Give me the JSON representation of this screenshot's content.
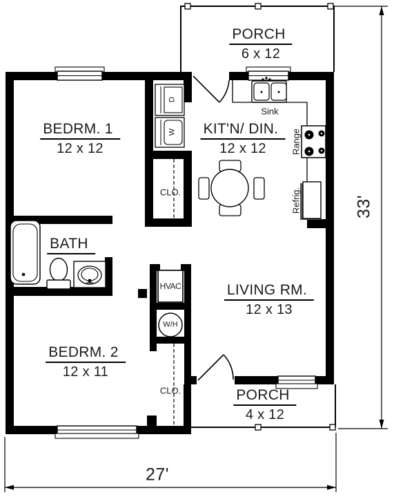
{
  "title": "House floor plan",
  "rooms": {
    "porch_top": {
      "name": "PORCH",
      "size": "6 x 12"
    },
    "bedroom1": {
      "name": "BEDRM. 1",
      "size": "12 x 12"
    },
    "kitchen": {
      "name": "KIT'N/ DIN.",
      "size": "12 x 12"
    },
    "bath": {
      "name": "BATH"
    },
    "living": {
      "name": "LIVING RM.",
      "size": "12 x 13"
    },
    "bedroom2": {
      "name": "BEDRM. 2",
      "size": "12 x 11"
    },
    "porch_bottom": {
      "name": "PORCH",
      "size": "4 x 12"
    }
  },
  "closets": {
    "top": "CLO.",
    "bottom": "CLO."
  },
  "fixtures": {
    "sink": "Sink",
    "range": "Range",
    "refrigerator": "Refrig.",
    "hvac": "HVAC",
    "water_heater": "W/H",
    "dryer": "D",
    "washer": "W"
  },
  "dimensions": {
    "overall_depth": "33'",
    "overall_width": "27'"
  },
  "colors": {
    "line": "#000000",
    "background": "#ffffff",
    "text": "#1b1b1b"
  }
}
